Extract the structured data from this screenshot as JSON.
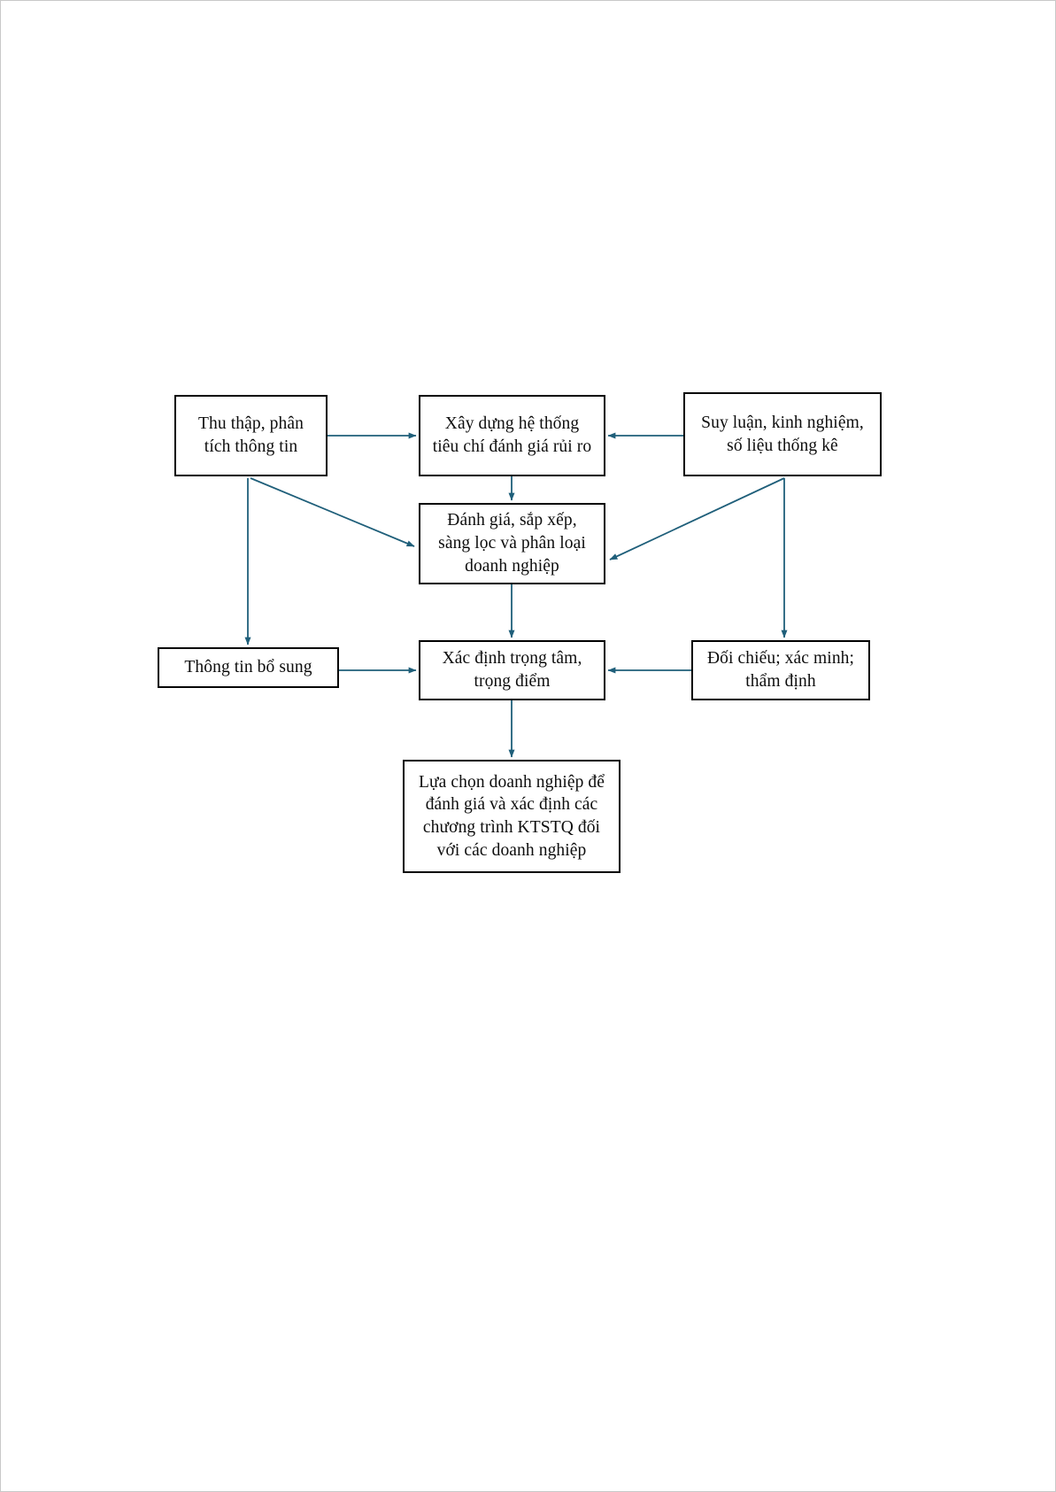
{
  "diagram": {
    "type": "flowchart",
    "title": "",
    "language": "vi",
    "colors": {
      "page_background": "#ffffff",
      "node_border": "#000000",
      "node_fill": "#ffffff",
      "connector": "#1f5f7a",
      "text": "#0d0d0d"
    },
    "nodes": [
      {
        "id": "collect",
        "label": "Thu thập, phân\ntích thông tin",
        "row": 1,
        "column": "left"
      },
      {
        "id": "criteria",
        "label": "Xây dựng hệ thống\ntiêu chí đánh giá rủi ro",
        "row": 1,
        "column": "center"
      },
      {
        "id": "inference",
        "label": "Suy luận, kinh nghiệm,\nsố liệu thống kê",
        "row": 1,
        "column": "right"
      },
      {
        "id": "classify",
        "label": "Đánh giá, sắp xếp,\nsàng lọc và phân loại\ndoanh nghiệp",
        "row": 2,
        "column": "center"
      },
      {
        "id": "extrainfo",
        "label": "Thông tin bổ sung",
        "row": 3,
        "column": "left"
      },
      {
        "id": "focus",
        "label": "Xác định trọng tâm,\ntrọng điểm",
        "row": 3,
        "column": "center"
      },
      {
        "id": "verify",
        "label": "Đối chiếu; xác minh;\nthẩm định",
        "row": 3,
        "column": "right"
      },
      {
        "id": "selection",
        "label": "Lựa chọn doanh nghiệp để\nđánh giá và xác định các\nchương trình KTSTQ đối\nvới các doanh nghiệp",
        "row": 4,
        "column": "center"
      }
    ],
    "edges": [
      {
        "from": "collect",
        "to": "criteria",
        "style": "straight-horizontal"
      },
      {
        "from": "inference",
        "to": "criteria",
        "style": "straight-horizontal"
      },
      {
        "from": "criteria",
        "to": "classify",
        "style": "straight-vertical"
      },
      {
        "from": "collect",
        "to": "classify",
        "style": "diagonal"
      },
      {
        "from": "inference",
        "to": "classify",
        "style": "diagonal"
      },
      {
        "from": "collect",
        "to": "extrainfo",
        "style": "straight-vertical"
      },
      {
        "from": "classify",
        "to": "focus",
        "style": "straight-vertical"
      },
      {
        "from": "extrainfo",
        "to": "focus",
        "style": "straight-horizontal"
      },
      {
        "from": "verify",
        "to": "focus",
        "style": "straight-horizontal"
      },
      {
        "from": "inference",
        "to": "verify",
        "style": "straight-vertical"
      },
      {
        "from": "focus",
        "to": "selection",
        "style": "straight-vertical"
      }
    ]
  }
}
